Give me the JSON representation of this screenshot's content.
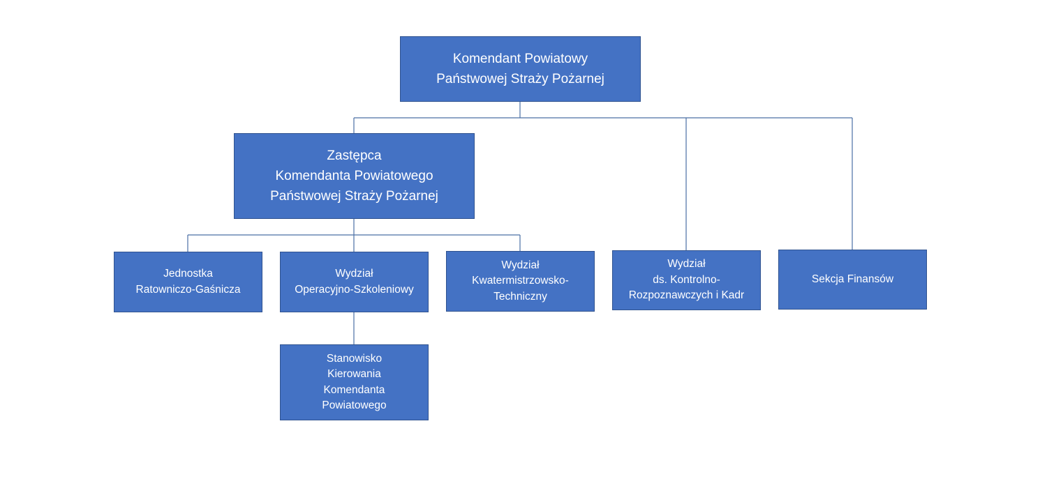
{
  "org_chart": {
    "root": {
      "label": "Komendant Powiatowy\nPaństwowej Straży Pożarnej"
    },
    "deputy": {
      "label": "Zastępca\nKomendanta Powiatowego\nPaństwowej Straży Pożarnej"
    },
    "units": [
      {
        "label": "Jednostka\nRatowniczo-Gaśnicza"
      },
      {
        "label": "Wydział\nOperacyjno-Szkoleniowy"
      },
      {
        "label": "Wydział\nKwatermistrzowsko-\nTechniczny"
      },
      {
        "label": "Wydział\nds. Kontrolno-\nRozpoznawczych i Kadr"
      },
      {
        "label": "Sekcja Finansów"
      },
      {
        "label": "Stanowisko\nKierowania\nKomendanta\nPowiatowego"
      }
    ]
  },
  "colors": {
    "box_fill": "#4472c4",
    "box_border": "#2f528f",
    "box_text": "#ffffff",
    "connector": "#4a6fa5"
  }
}
